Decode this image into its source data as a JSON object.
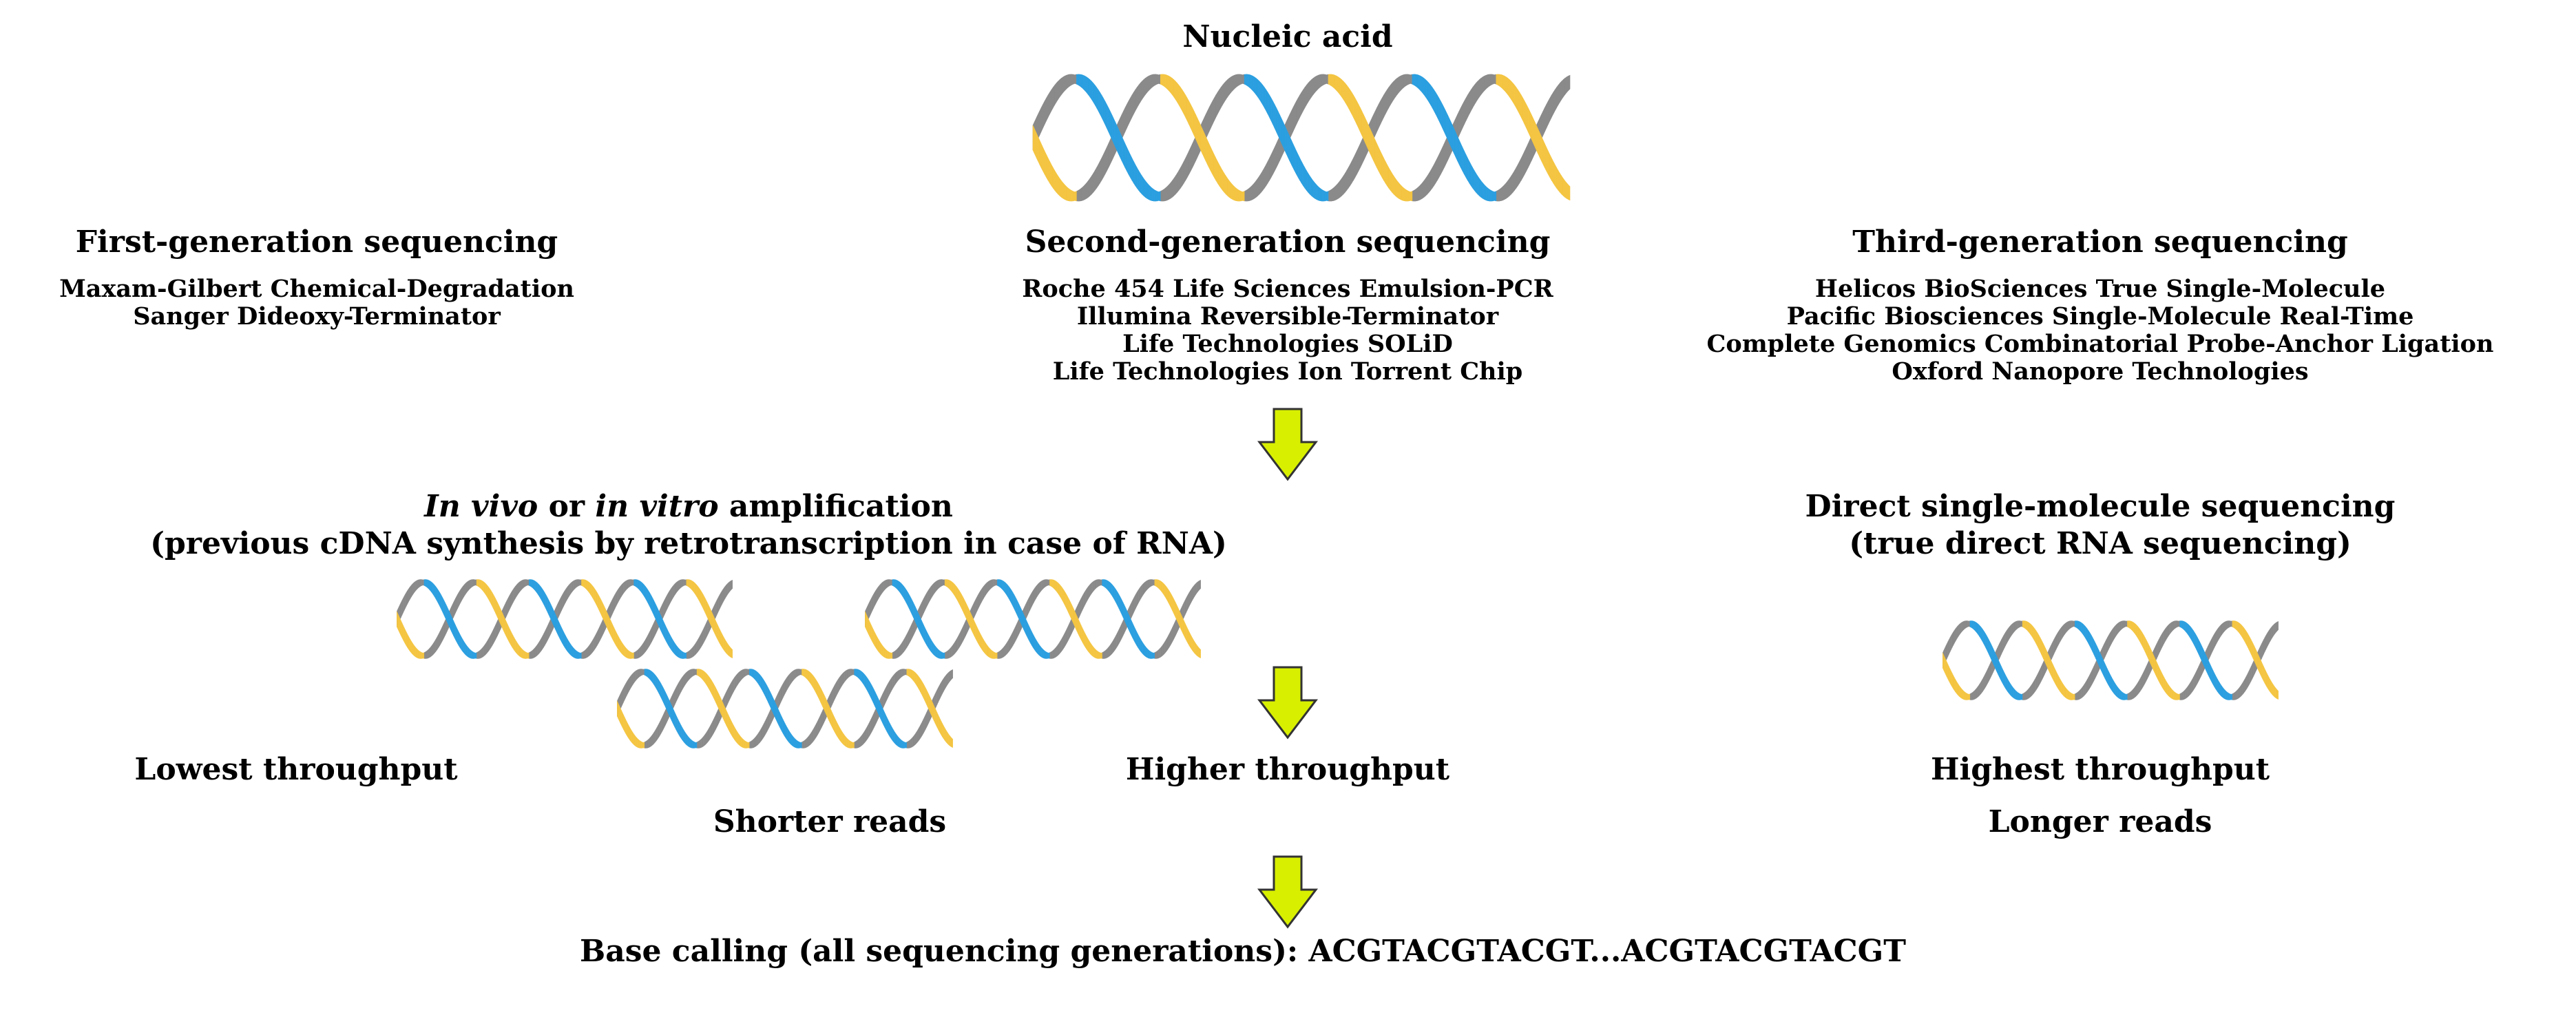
{
  "colors": {
    "yellow_strand": "#f4c542",
    "blue_strand": "#2b9fe0",
    "grey_strand": "#8a8a8a",
    "arrow_fill": "#d8f000",
    "arrow_stroke": "#333333"
  },
  "top": {
    "title": "Nucleic acid"
  },
  "first_gen": {
    "heading": "First-generation sequencing",
    "methods": [
      "Maxam-Gilbert Chemical-Degradation",
      "Sanger Dideoxy-Terminator"
    ]
  },
  "second_gen": {
    "heading": "Second-generation sequencing",
    "methods": [
      "Roche 454 Life Sciences Emulsion-PCR",
      "Illumina Reversible-Terminator",
      "Life Technologies SOLiD",
      "Life Technologies Ion Torrent Chip"
    ]
  },
  "third_gen": {
    "heading": "Third-generation sequencing",
    "methods": [
      "Helicos BioSciences True Single-Molecule",
      "Pacific Biosciences Single-Molecule Real-Time",
      "Complete Genomics Combinatorial Probe-Anchor Ligation",
      "Oxford Nanopore Technologies"
    ]
  },
  "amplification": {
    "line1_italic_a": "In vivo",
    "line1_mid": " or ",
    "line1_italic_b": "in vitro",
    "line1_end": " amplification",
    "line2": "(previous cDNA synthesis by retrotranscription in case of RNA)"
  },
  "direct": {
    "line1": "Direct single-molecule sequencing",
    "line2": "(true direct RNA sequencing)"
  },
  "labels": {
    "lowest": "Lowest throughput",
    "shorter": "Shorter reads",
    "higher": "Higher throughput",
    "highest": "Highest throughput",
    "longer": "Longer reads"
  },
  "base_calling": "Base calling (all sequencing generations): ACGTACGTACGT...ACGTACGTACGT"
}
